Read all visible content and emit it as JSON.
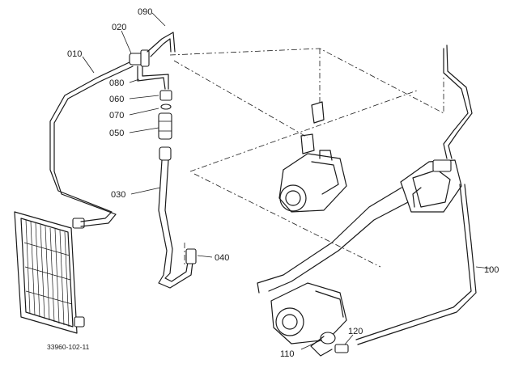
{
  "diagram": {
    "drawing_number": "33960-102-11",
    "parts": [
      {
        "id": "p010",
        "label": "010"
      },
      {
        "id": "p020",
        "label": "020"
      },
      {
        "id": "p030",
        "label": "030"
      },
      {
        "id": "p040",
        "label": "040"
      },
      {
        "id": "p050",
        "label": "050"
      },
      {
        "id": "p060",
        "label": "060"
      },
      {
        "id": "p070",
        "label": "070"
      },
      {
        "id": "p080",
        "label": "080"
      },
      {
        "id": "p090",
        "label": "090"
      },
      {
        "id": "p100",
        "label": "100"
      },
      {
        "id": "p110",
        "label": "110"
      },
      {
        "id": "p120",
        "label": "120"
      }
    ]
  }
}
